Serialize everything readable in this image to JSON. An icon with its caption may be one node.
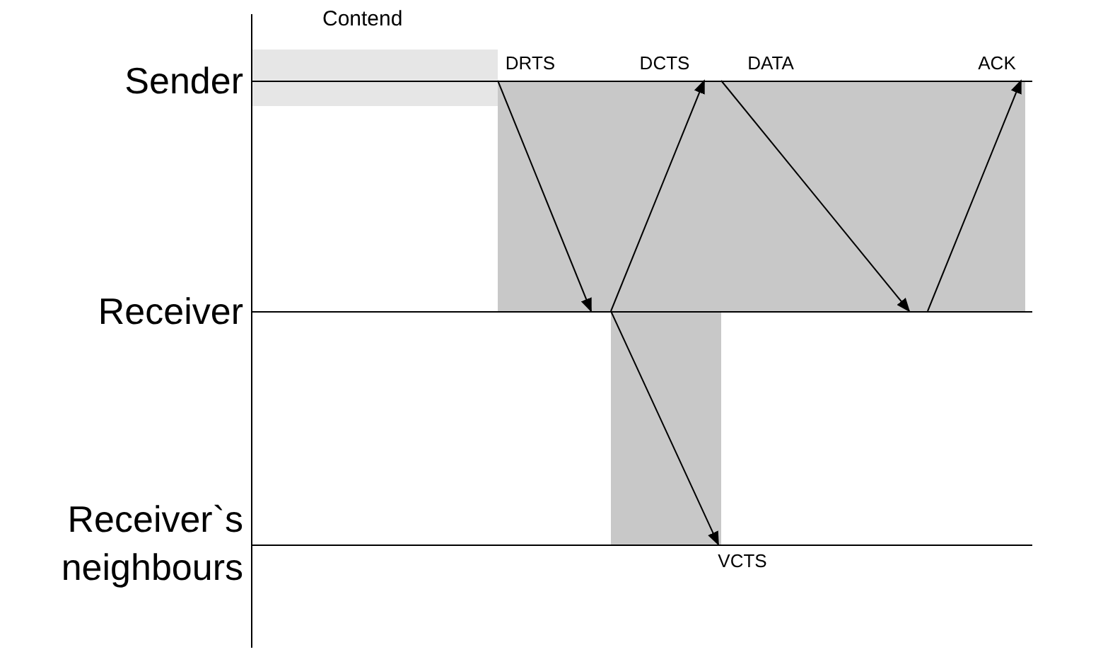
{
  "diagram": {
    "nodes": [
      {
        "text": [
          "Sender"
        ]
      },
      {
        "text": [
          "Receiver"
        ]
      },
      {
        "text": [
          "Receiver`s neighbours"
        ]
      }
    ],
    "edges": [
      {
        "from": 0,
        "to": 1,
        "arrow": "to",
        "label": "DRTS"
      },
      {
        "from": 1,
        "to": 0,
        "arrow": "to",
        "label": "DCTS"
      },
      {
        "from": 0,
        "to": 1,
        "arrow": "to",
        "label": "DATA"
      },
      {
        "from": 1,
        "to": 0,
        "arrow": "to",
        "label": "ACK"
      },
      {
        "from": 1,
        "to": 2,
        "arrow": "to",
        "label": "VCTS"
      }
    ],
    "labels": [
      "Contend"
    ]
  }
}
